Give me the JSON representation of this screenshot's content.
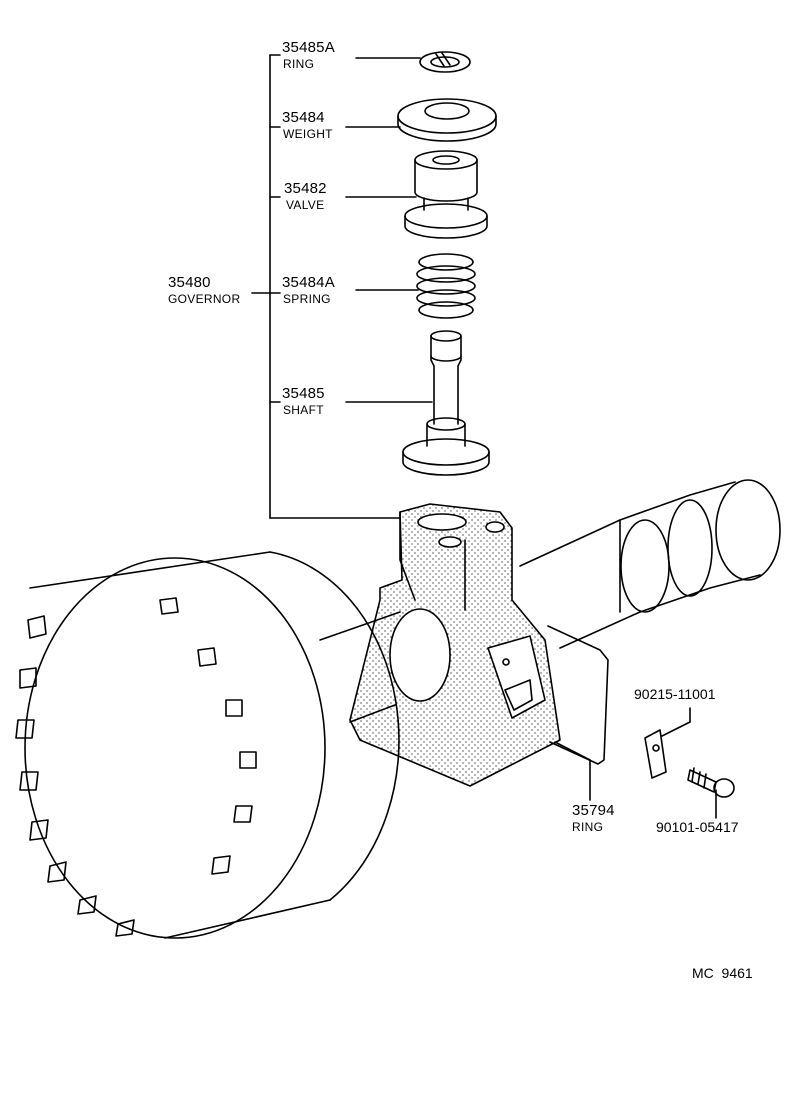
{
  "diagram": {
    "parts": [
      {
        "id": "ring-top",
        "number": "35485A",
        "name": "RING"
      },
      {
        "id": "weight",
        "number": "35484",
        "name": "WEIGHT"
      },
      {
        "id": "valve",
        "number": "35482",
        "name": "VALVE"
      },
      {
        "id": "spring",
        "number": "35484A",
        "name": "SPRING"
      },
      {
        "id": "shaft",
        "number": "35485",
        "name": "SHAFT"
      },
      {
        "id": "governor",
        "number": "35480",
        "name": "GOVERNOR"
      },
      {
        "id": "ring-bottom",
        "number": "35794",
        "name": "RING"
      },
      {
        "id": "clip",
        "number": "90215-11001",
        "name": ""
      },
      {
        "id": "bolt",
        "number": "90101-05417",
        "name": ""
      }
    ],
    "figure_code": "MC  9461"
  }
}
